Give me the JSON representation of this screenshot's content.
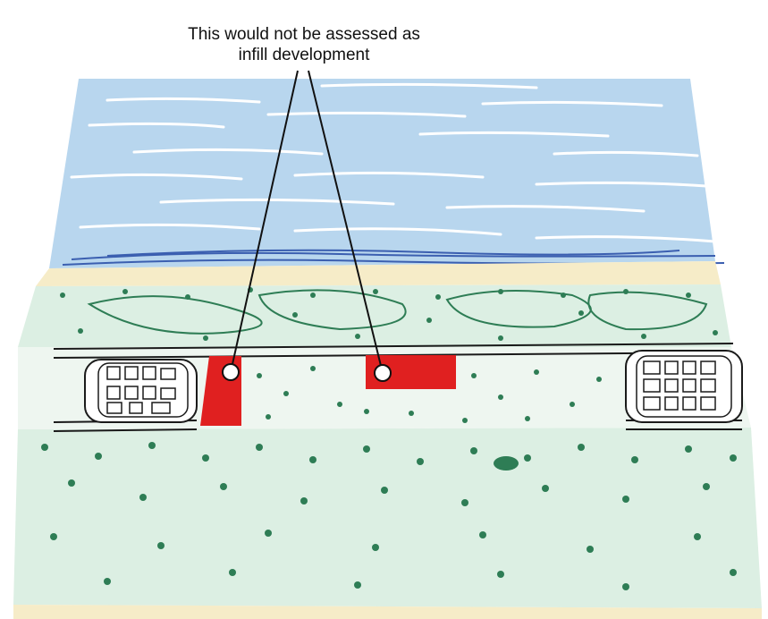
{
  "annotation": {
    "line1": "This would not be assessed as",
    "line2": "infill development"
  },
  "colors": {
    "sea": "#b8d6ee",
    "wave": "#ffffff",
    "shoreline": "#3b5fb0",
    "sand": "#f6ecc8",
    "land": "#dcefe3",
    "vegetation": "#2e7d55",
    "road": "#ffffff",
    "outline": "#1a1a1a",
    "highlight_lot": "#e02020",
    "marker": "#ffffff"
  },
  "icons": [
    "leader-line",
    "lot-marker-dot",
    "building-outline"
  ]
}
